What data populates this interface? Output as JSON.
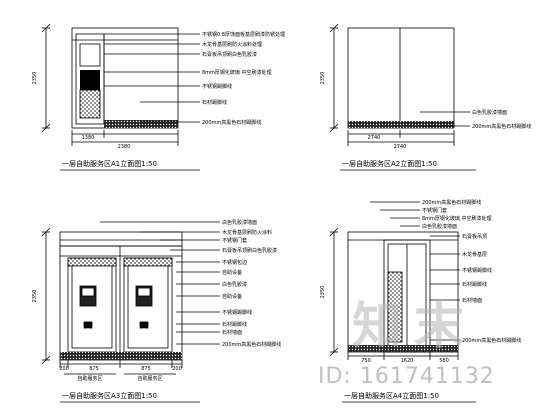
{
  "drawings": [
    {
      "title": "一层自助服务区A1立面图1:50",
      "height_dim": "2350",
      "dims_bottom": [
        "1380",
        "2380"
      ],
      "notes": [
        "不锈钢0.8厚饰面板基层刷漆防锈处理",
        "木龙骨基层刷防火涂料处理",
        "石膏板吊顶刷白色乳胶漆",
        "8mm厚钢化玻璃 中空刷漆处理",
        "不锈钢踢脚线",
        "石材踢脚线",
        "200mm高黑色石材踢脚线"
      ]
    },
    {
      "title": "一层自助服务区A2立面图1:50",
      "height_dim": "2350",
      "dims_bottom": [
        "2740",
        "2740"
      ],
      "notes": [
        "白色乳胶漆墙面",
        "200mm高黑色石材踢脚线"
      ]
    },
    {
      "title": "一层自助服务区A3立面图1:50",
      "height_dim": "2350",
      "dims_bottom": [
        "200",
        "875",
        "875",
        "200"
      ],
      "notes": [
        "白色乳胶漆墙面",
        "木龙骨基层刷防火涂料",
        "不锈钢门套",
        "石膏板吊顶刷白色乳胶漆",
        "不锈钢包边",
        "自助设备",
        "白色乳胶漆",
        "自助设备",
        "不锈钢踢脚线",
        "石材踢脚线",
        "石材墙面",
        "200mm高黑色石材踢脚线"
      ],
      "bottom_labels": [
        "自助服务区",
        "自助服务区"
      ]
    },
    {
      "title": "一层自助服务区A4立面图1:50",
      "height_dim": "2350",
      "dims_bottom": [
        "750",
        "1620",
        "580"
      ],
      "notes": [
        "200mm高黑色石材踢脚线",
        "不锈钢门套",
        "8mm厚钢化玻璃 中空刷漆处理",
        "白色乳胶漆墙面",
        "石膏板吊顶",
        "木龙骨基层",
        "不锈钢踢脚线",
        "石材踢脚线",
        "石材墙面",
        "200mm高黑色石材踢脚线"
      ]
    }
  ],
  "watermark": {
    "logo": "知末",
    "id_text": "ID: 161741132"
  }
}
